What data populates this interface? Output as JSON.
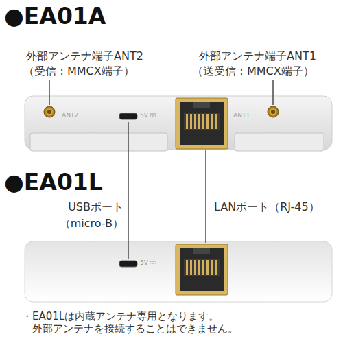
{
  "diagram": {
    "labels": [
      "●EA01A",
      "外部アンテナ端子ANT2",
      "（受信：MMCX端子）",
      "外部アンテナ端子ANT1",
      "（送受信：MMCX端子）",
      "ANT2",
      "5V",
      "ANT1",
      "●EA01L",
      "USBポート",
      "（micro-B）",
      "LANポート（RJ-45）",
      "5V",
      "・EA01Lは内蔵アンテナ専用となります。 外部アンテナを接続することはできません。"
    ]
  }
}
